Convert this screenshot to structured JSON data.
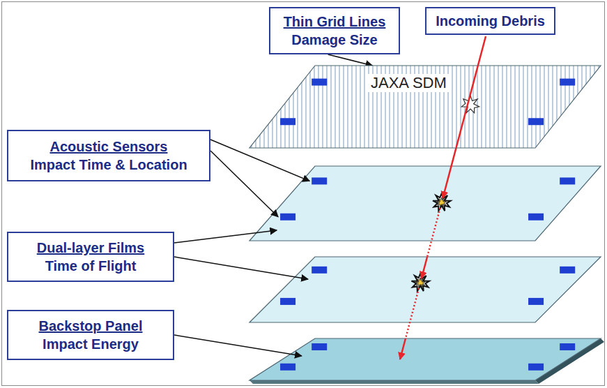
{
  "diagram": {
    "nodes": [
      {
        "text": [
          "Thin Grid Lines",
          "Damage Size"
        ]
      },
      {
        "text": [
          "Incoming Debris"
        ]
      },
      {
        "text": [
          "JAXA SDM"
        ]
      },
      {
        "text": [
          "Acoustic Sensors",
          "Impact Time & Location"
        ]
      },
      {
        "text": [
          "Dual-layer Films",
          "Time of Flight"
        ]
      },
      {
        "text": [
          "Backstop Panel",
          "Impact Energy"
        ]
      }
    ],
    "edges": [
      {
        "from": 0,
        "to": 2,
        "arrow": "to"
      }
    ]
  }
}
